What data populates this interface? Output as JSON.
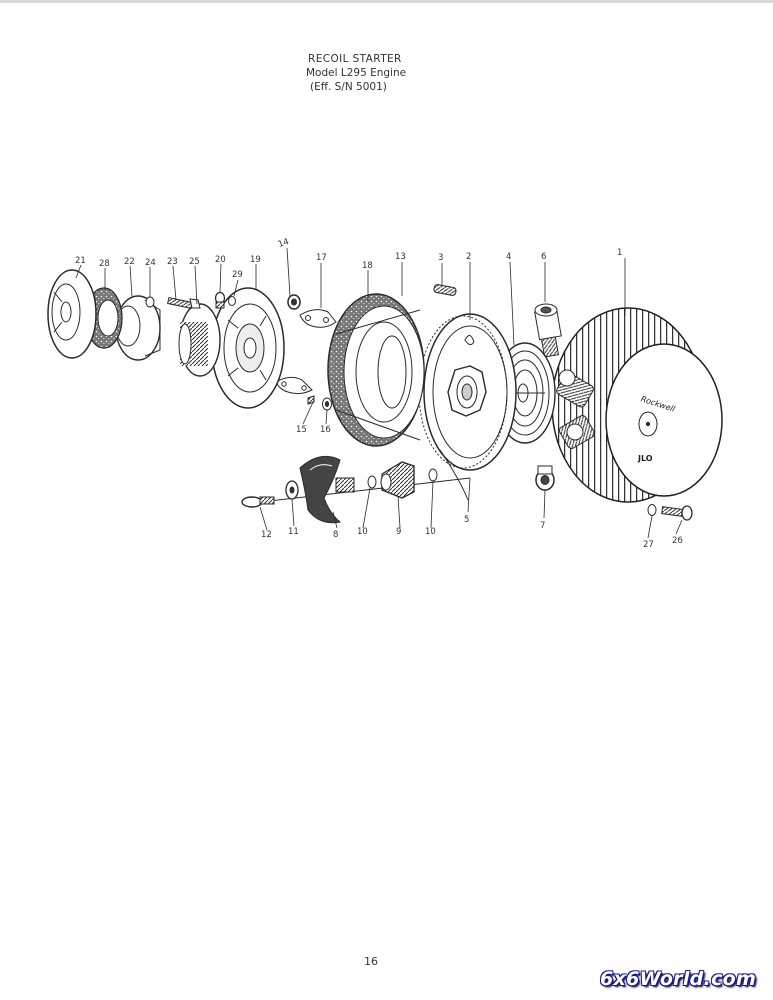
{
  "header": {
    "line1": "RECOIL STARTER",
    "line2": "Model L295  Engine",
    "line3": "(Eff. S/N 5001)"
  },
  "callouts": {
    "c1": "1",
    "c2": "2",
    "c3": "3",
    "c4": "4",
    "c5": "5",
    "c6": "6",
    "c7": "7",
    "c8": "8",
    "c9": "9",
    "c10a": "10",
    "c10b": "10",
    "c11": "11",
    "c12": "12",
    "c13": "13",
    "c14": "14",
    "c15": "15",
    "c16": "16",
    "c17": "17",
    "c18": "18",
    "c19": "19",
    "c20": "20",
    "c21": "21",
    "c22": "22",
    "c23": "23",
    "c24": "24",
    "c25": "25",
    "c26": "26",
    "c27": "27",
    "c28": "28",
    "c29": "29"
  },
  "housing_text": {
    "brand": "Rockwell",
    "logo": "JLO"
  },
  "page_number": "16",
  "watermark": "6x6World.com",
  "colors": {
    "ink": "#2a2a2a",
    "paper": "#ffffff",
    "watermark_outline": "#1a1a8c"
  }
}
